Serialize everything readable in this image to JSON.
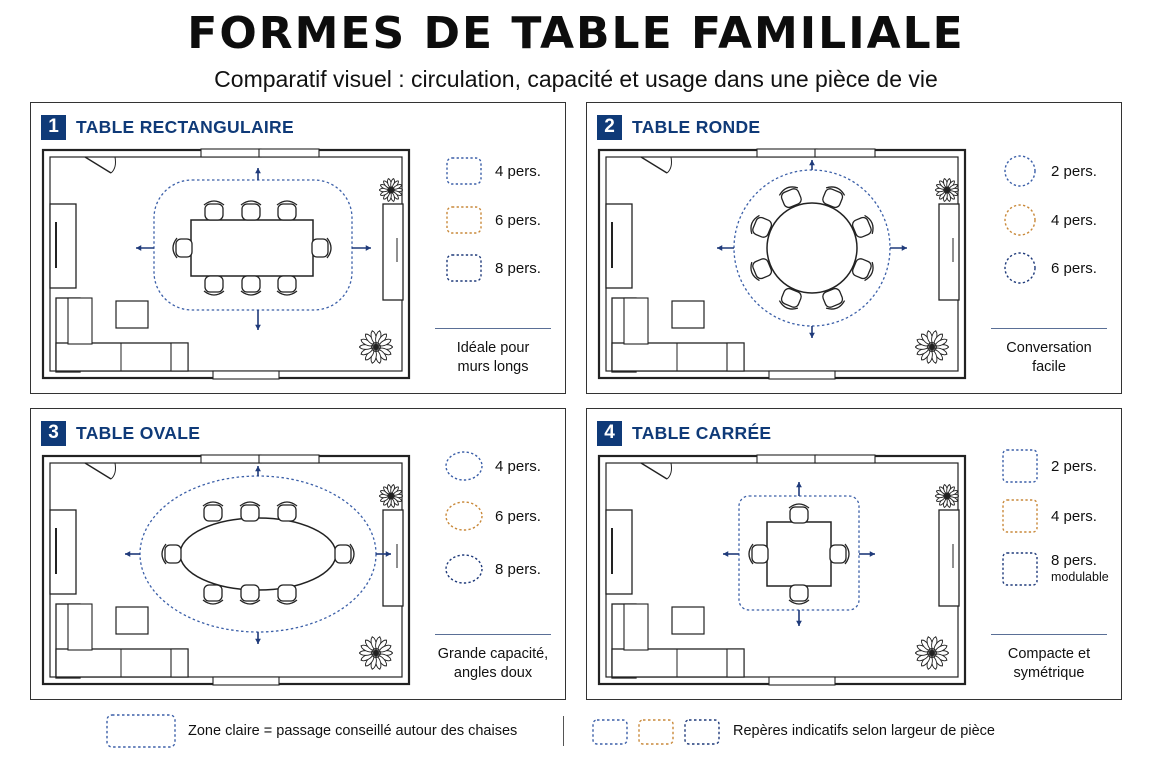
{
  "header": {
    "title": "FORMES DE TABLE FAMILIALE",
    "subtitle": "Comparatif visuel : circulation, capacité et usage dans une pièce de vie"
  },
  "colors": {
    "navy": "#0f3a78",
    "blue_dotted": "#3b5fa8",
    "orange_dotted": "#c9893a",
    "dark_navy_dotted": "#1f3a7a",
    "wall": "#222222"
  },
  "panels": [
    {
      "number": "1",
      "title": "TABLE RECTANGULAIRE",
      "shape": "rectangle",
      "legend": [
        {
          "label": "4 pers.",
          "color": "#3b5fa8",
          "shape": "rect"
        },
        {
          "label": "6 pers.",
          "color": "#c9893a",
          "shape": "rect"
        },
        {
          "label": "8 pers.",
          "color": "#1f3a7a",
          "shape": "rect"
        }
      ],
      "note_line1": "Idéale pour",
      "note_line2": "murs longs"
    },
    {
      "number": "2",
      "title": "TABLE RONDE",
      "shape": "round",
      "legend": [
        {
          "label": "2 pers.",
          "color": "#3b5fa8",
          "shape": "circle"
        },
        {
          "label": "4 pers.",
          "color": "#c9893a",
          "shape": "circle"
        },
        {
          "label": "6 pers.",
          "color": "#1f3a7a",
          "shape": "circle"
        }
      ],
      "note_line1": "Conversation",
      "note_line2": "facile"
    },
    {
      "number": "3",
      "title": "TABLE OVALE",
      "shape": "oval",
      "legend": [
        {
          "label": "4 pers.",
          "color": "#3b5fa8",
          "shape": "oval"
        },
        {
          "label": "6 pers.",
          "color": "#c9893a",
          "shape": "oval"
        },
        {
          "label": "8 pers.",
          "color": "#1f3a7a",
          "shape": "oval"
        }
      ],
      "note_line1": "Grande capacité,",
      "note_line2": "angles doux"
    },
    {
      "number": "4",
      "title": "TABLE CARRÉE",
      "shape": "square",
      "legend": [
        {
          "label": "2 pers.",
          "color": "#3b5fa8",
          "shape": "square"
        },
        {
          "label": "4 pers.",
          "color": "#c9893a",
          "shape": "square"
        },
        {
          "label": "8 pers.",
          "sublabel": "modulable",
          "color": "#1f3a7a",
          "shape": "square"
        }
      ],
      "note_line1": "Compacte et",
      "note_line2": "symétrique"
    }
  ],
  "footer": {
    "zone_text": "Zone claire = passage conseillé autour des chaises",
    "reperes_text": "Repères indicatifs selon largeur de pièce"
  },
  "icons": [
    "door-icon",
    "window-icon",
    "sofa-icon",
    "plant-icon",
    "cabinet-icon",
    "arrow-icon",
    "chair-icon"
  ]
}
